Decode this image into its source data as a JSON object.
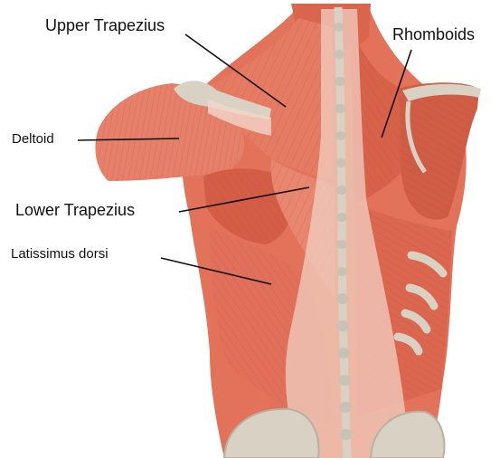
{
  "labels": {
    "upper_trapezius": "Upper Trapezius",
    "rhomboids": "Rhomboids",
    "deltoid": "Deltoid",
    "lower_trapezius": "Lower Trapezius",
    "latissimus_dorsi": "Latissimus dorsi"
  },
  "colors": {
    "muscle": "#e2735a",
    "muscle_dark": "#c9553e",
    "muscle_light": "#f09a82",
    "fiber": "#b84a35",
    "tendon": "#f7e2d8",
    "bone": "#d8d1c4",
    "bone_shadow": "#b9b0a2",
    "leader": "#111111"
  }
}
